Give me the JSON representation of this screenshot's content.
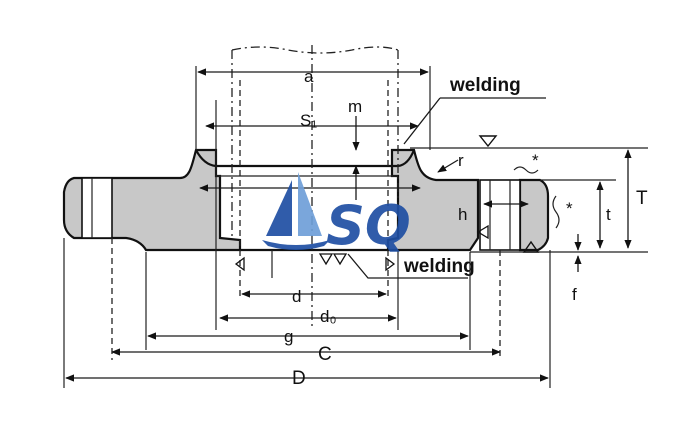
{
  "labels": {
    "a": "a",
    "s1": "S₁",
    "m": "m",
    "welding_top": "welding",
    "welding_bottom": "welding",
    "r": "r",
    "h": "h",
    "t": "t",
    "T": "T",
    "f": "f",
    "d": "d",
    "d0": "d₀",
    "g": "g",
    "C": "C",
    "D": "D",
    "asterisk_top": "*",
    "asterisk_side": "*"
  },
  "watermark": {
    "text": "SQ",
    "colors": {
      "primary": "#1f4fa3",
      "light": "#6f9fd8"
    }
  },
  "colors": {
    "hatch": "#c8c8c8",
    "line": "#111111"
  }
}
